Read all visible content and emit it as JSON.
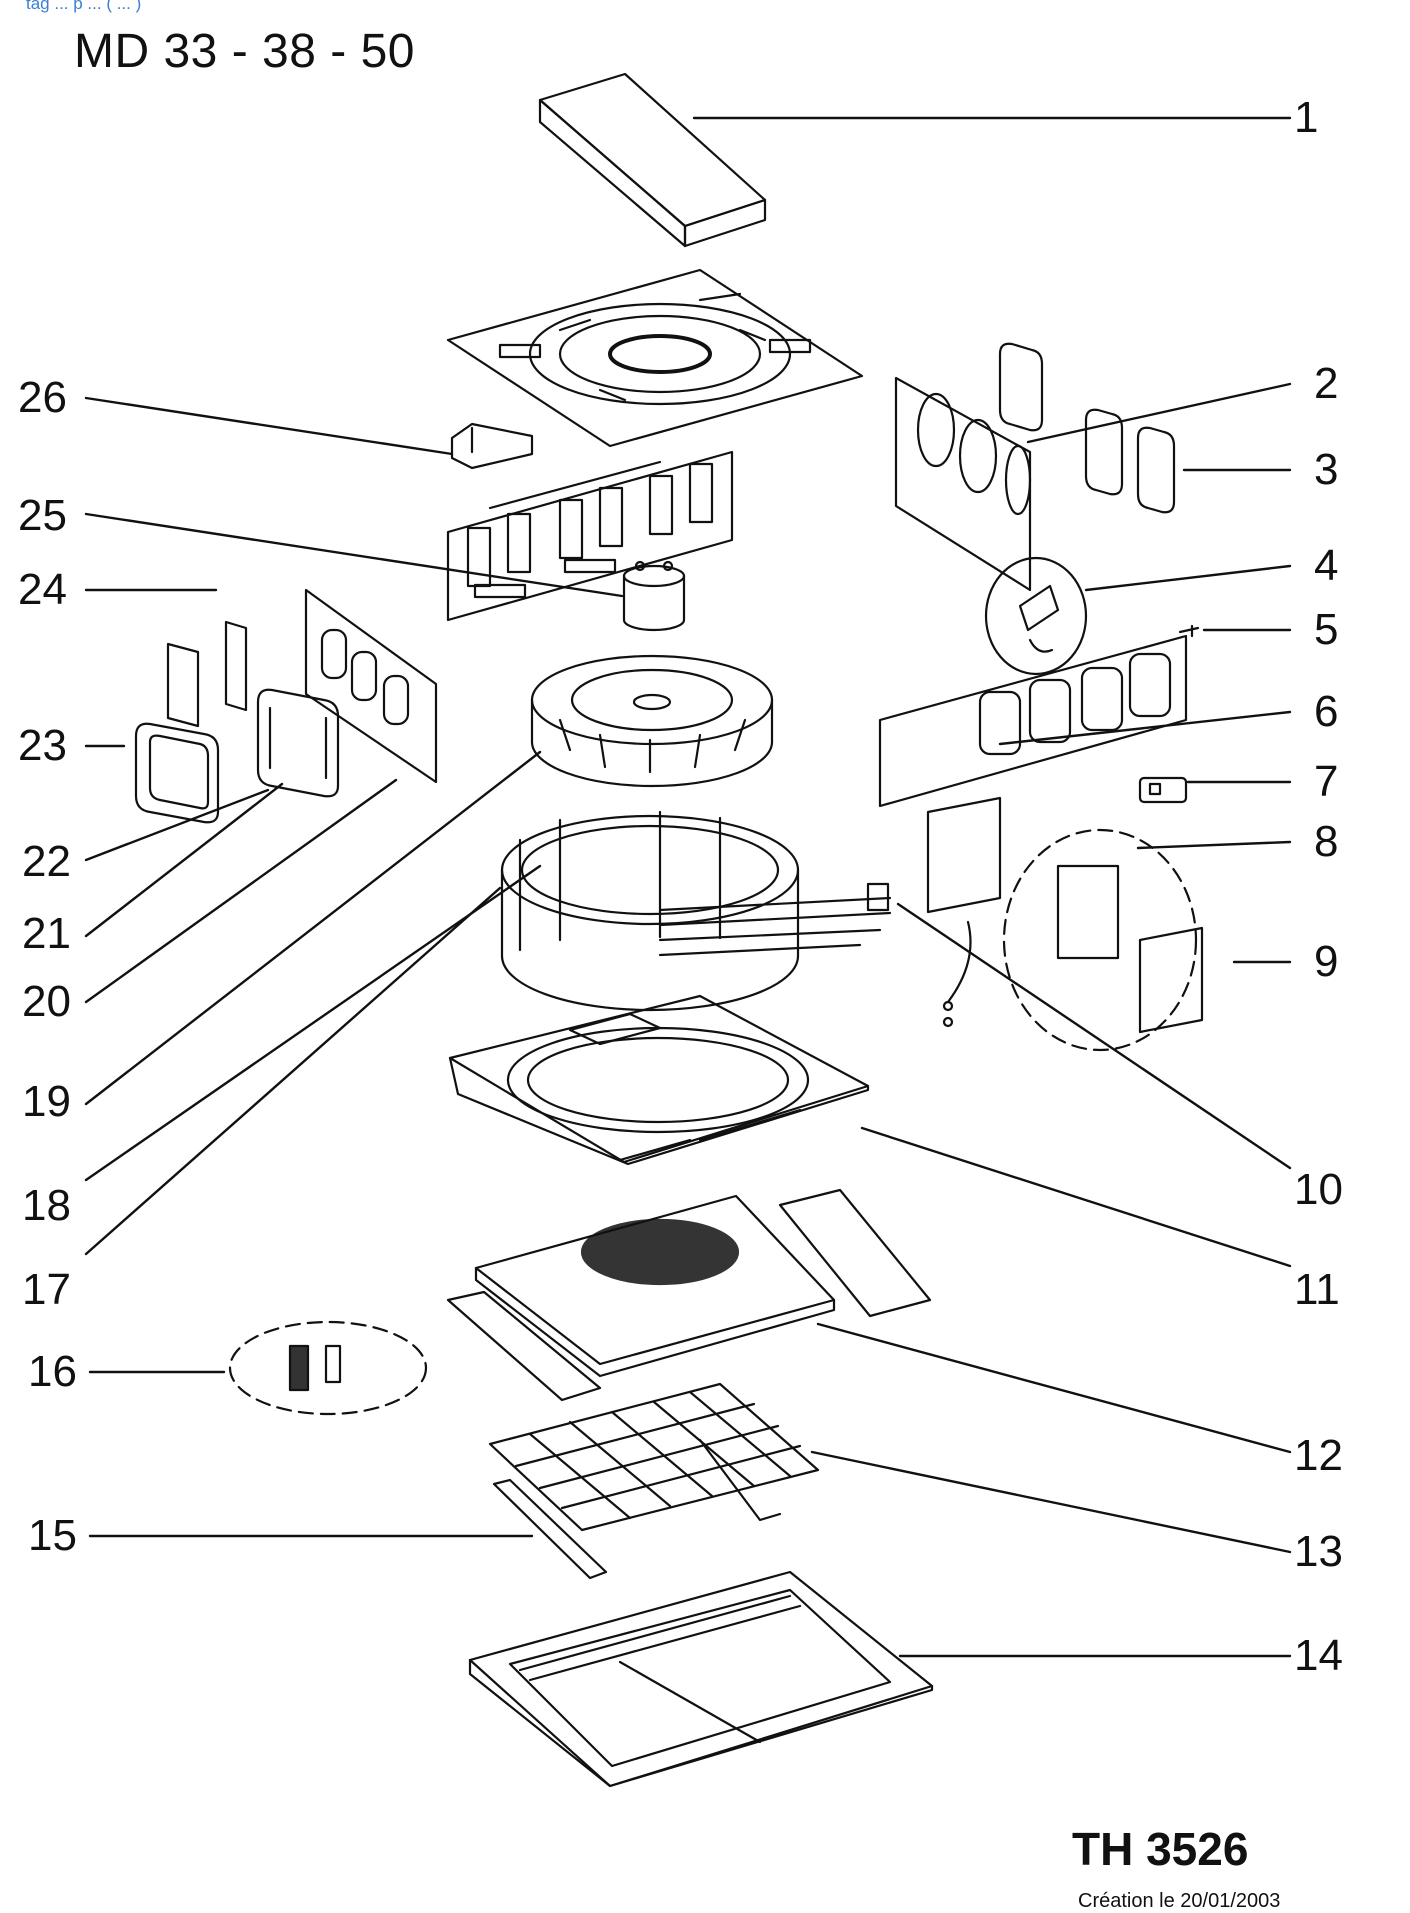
{
  "header": {
    "top_text": "tag ... p ... ( ... )",
    "model": "MD 33 - 38 - 50"
  },
  "footer": {
    "reference": "TH 3526",
    "creation": "Création le 20/01/2003"
  },
  "callouts": [
    "1",
    "2",
    "3",
    "4",
    "5",
    "6",
    "7",
    "8",
    "9",
    "10",
    "11",
    "12",
    "13",
    "14",
    "15",
    "16",
    "17",
    "18",
    "19",
    "20",
    "21",
    "22",
    "23",
    "24",
    "25",
    "26"
  ],
  "colors": {
    "ink": "#111111",
    "link": "#3a7fd0"
  }
}
